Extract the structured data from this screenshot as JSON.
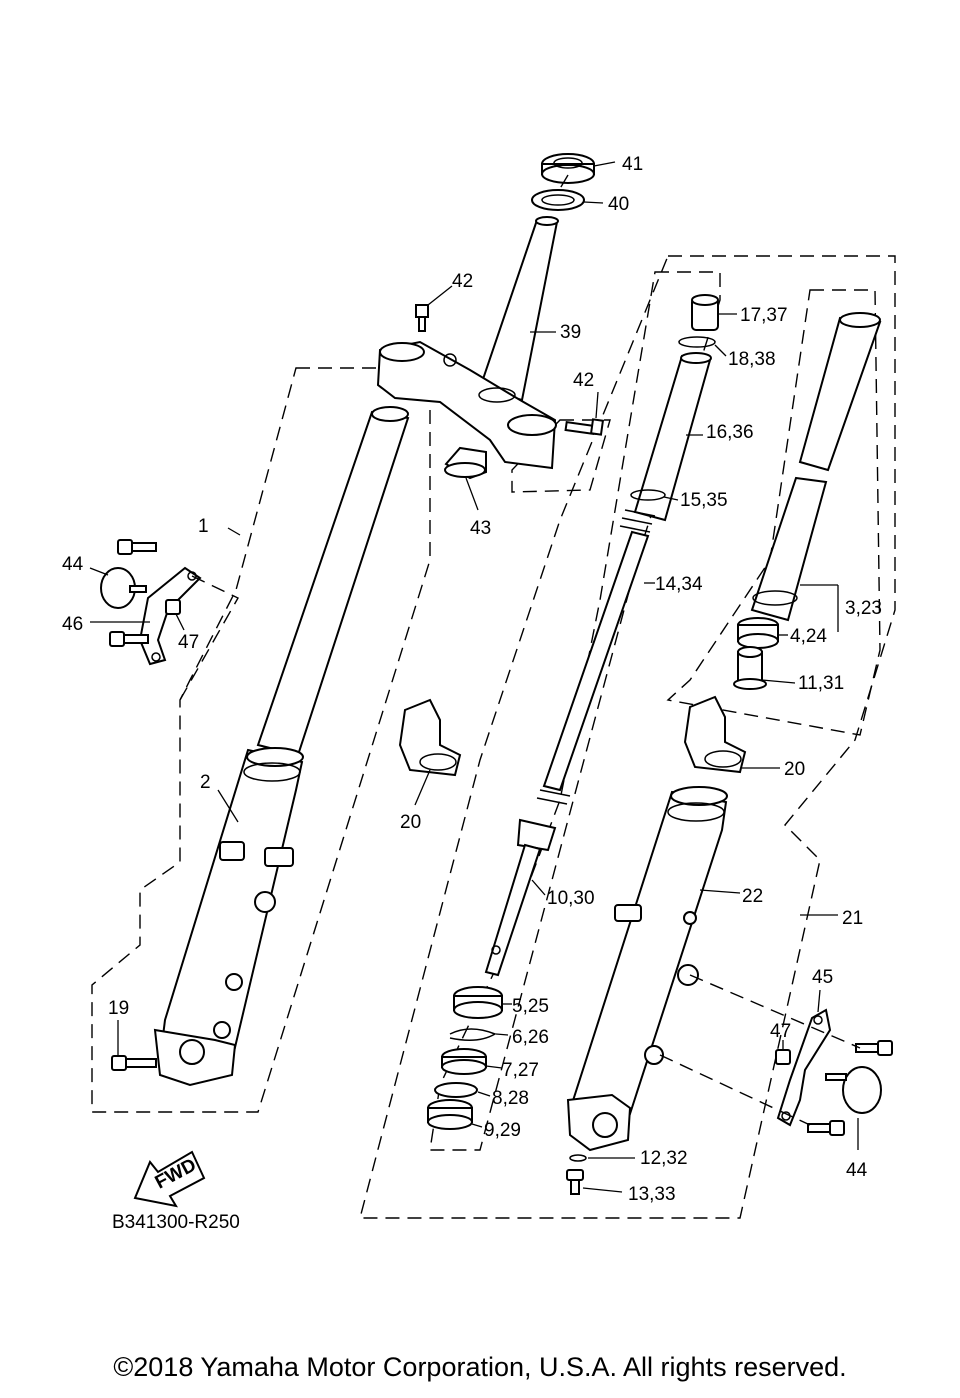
{
  "diagram": {
    "labels": {
      "p41": "41",
      "p40": "40",
      "p42a": "42",
      "p39": "39",
      "p42b": "42",
      "p43": "43",
      "p17": "17,37",
      "p18": "18,38",
      "p16": "16,36",
      "p15": "15,35",
      "p14": "14,34",
      "p3": "3,23",
      "p4": "4,24",
      "p11": "11,31",
      "p1": "1",
      "p44a": "44",
      "p46": "46",
      "p47a": "47",
      "p2": "2",
      "p20a": "20",
      "p20b": "20",
      "p10": "10,30",
      "p22": "22",
      "p21": "21",
      "p45": "45",
      "p47b": "47",
      "p44b": "44",
      "p19": "19",
      "p5": "5,25",
      "p6": "6,26",
      "p7": "7,27",
      "p8": "8,28",
      "p9": "9,29",
      "p12": "12,32",
      "p13": "13,33",
      "fwd": "FWD",
      "code": "B341300-R250"
    },
    "copyright": "©2018 Yamaha Motor Corporation, U.S.A. All rights reserved."
  }
}
